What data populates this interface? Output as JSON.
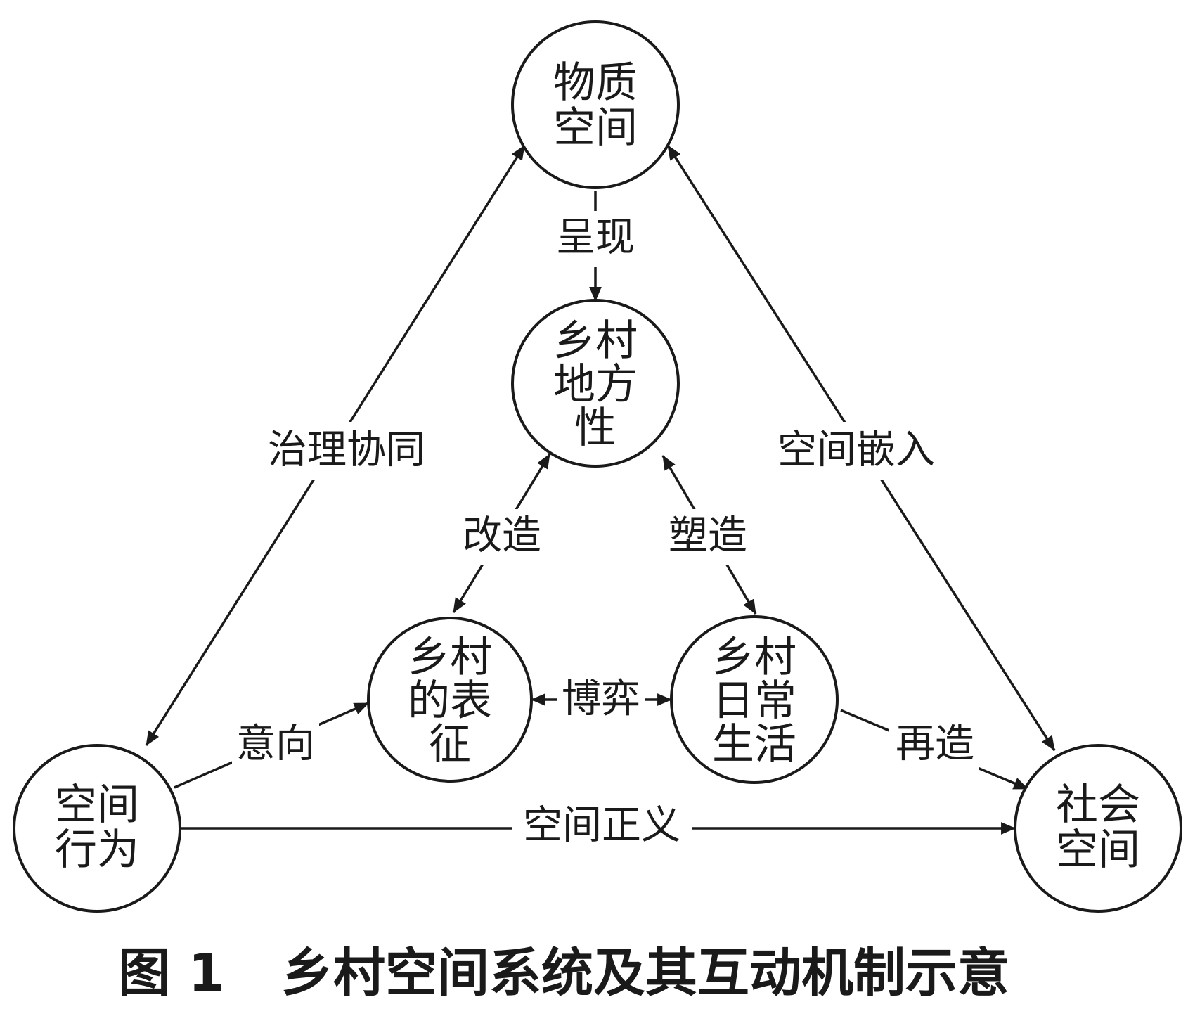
{
  "nodes": {
    "material_space": {
      "lines": [
        "物质",
        "空间"
      ]
    },
    "rural_placeness": {
      "lines": [
        "乡村",
        "地方",
        "性"
      ]
    },
    "rural_representation": {
      "lines": [
        "乡村",
        "的表",
        "征"
      ]
    },
    "rural_daily_life": {
      "lines": [
        "乡村",
        "日常",
        "生活"
      ]
    },
    "spatial_behavior": {
      "lines": [
        "空间",
        "行为"
      ]
    },
    "social_space": {
      "lines": [
        "社会",
        "空间"
      ]
    }
  },
  "edges": {
    "present": "呈现",
    "governance": "治理协同",
    "embed": "空间嵌入",
    "transform": "改造",
    "shape": "塑造",
    "game": "博弈",
    "intention": "意向",
    "recreate": "再造",
    "justice": "空间正义"
  },
  "caption": {
    "figure_number": "图 1",
    "title": "乡村空间系统及其互动机制示意"
  }
}
